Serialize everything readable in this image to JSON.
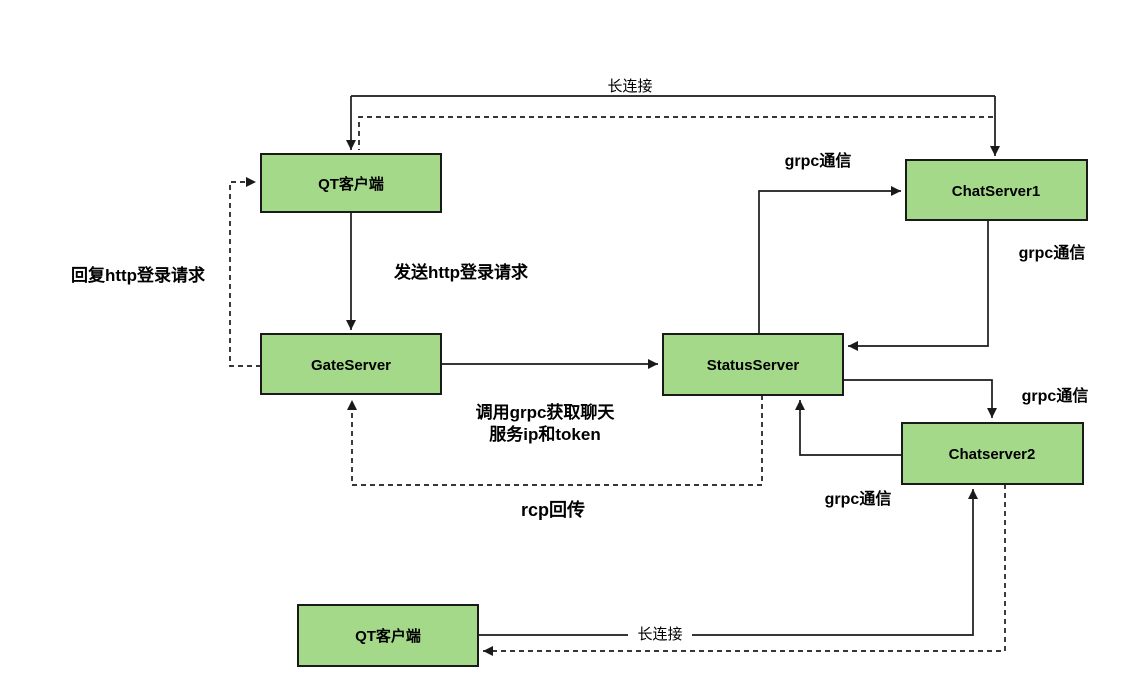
{
  "diagram": {
    "colors": {
      "node_fill": "#a5d98a",
      "node_stroke": "#1a1a1a",
      "edge_stroke": "#1a1a1a",
      "background": "#ffffff"
    },
    "nodes": {
      "qt_client_top": {
        "label": "QT客户端"
      },
      "gate_server": {
        "label": "GateServer"
      },
      "status_server": {
        "label": "StatusServer"
      },
      "chat_server1": {
        "label": "ChatServer1"
      },
      "chat_server2": {
        "label": "Chatserver2"
      },
      "qt_client_bottom": {
        "label": "QT客户端"
      }
    },
    "labels": {
      "long_conn_top": "长连接",
      "long_conn_bottom": "长连接",
      "grpc_status_to_chat1": "grpc通信",
      "grpc_chat1_to_status": "grpc通信",
      "grpc_status_to_chat2": "grpc通信",
      "grpc_chat2_to_status": "grpc通信",
      "reply_http_login": "回复http登录请求",
      "send_http_login": "发送http登录请求",
      "call_grpc_line1": "调用grpc获取聊天",
      "call_grpc_line2": "服务ip和token",
      "rcp_return": "rcp回传"
    }
  }
}
